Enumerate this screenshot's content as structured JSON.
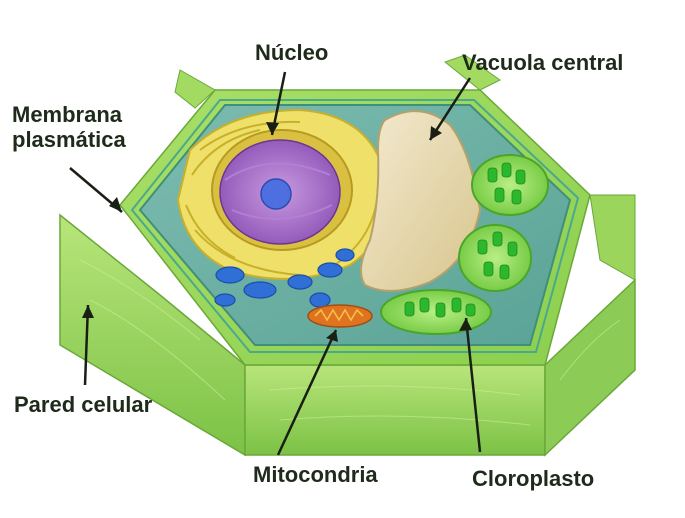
{
  "labels": {
    "nucleus": "Núcleo",
    "central_vacuole": "Vacuola central",
    "plasma_membrane_line1": "Membrana",
    "plasma_membrane_line2": "plasmática",
    "cell_wall": "Pared celular",
    "mitochondria": "Mitocondria",
    "chloroplast": "Cloroplasto"
  },
  "colors": {
    "cell_wall": "#8fd14f",
    "cytoplasm": "#6fb5a8",
    "golgi_er": "#e8d64a",
    "nucleus": "#9b5fc0",
    "nucleolus": "#4d6fe0",
    "vacuole": "#e9dcb0",
    "chloroplast": "#7fd648",
    "mitochondria": "#e0731f",
    "vesicles": "#2f6fd6",
    "text": "#1e2a1a"
  }
}
